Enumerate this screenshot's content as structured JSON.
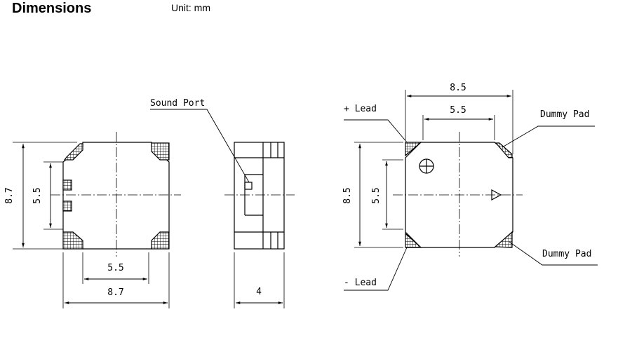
{
  "header": {
    "title": "Dimensions",
    "unit": "Unit: mm"
  },
  "front_view": {
    "height_overall": "8.7",
    "height_inner": "5.5",
    "width_inner": "5.5",
    "width_overall": "8.7"
  },
  "side_view": {
    "sound_port_label": "Sound Port",
    "thickness": "4"
  },
  "bottom_view": {
    "plus_lead_label": "+ Lead",
    "minus_lead_label": "- Lead",
    "dummy_pad_top_label": "Dummy Pad",
    "dummy_pad_bottom_label": "Dummy Pad",
    "width_overall": "8.5",
    "width_inner": "5.5",
    "height_overall": "8.5",
    "height_inner": "5.5"
  }
}
